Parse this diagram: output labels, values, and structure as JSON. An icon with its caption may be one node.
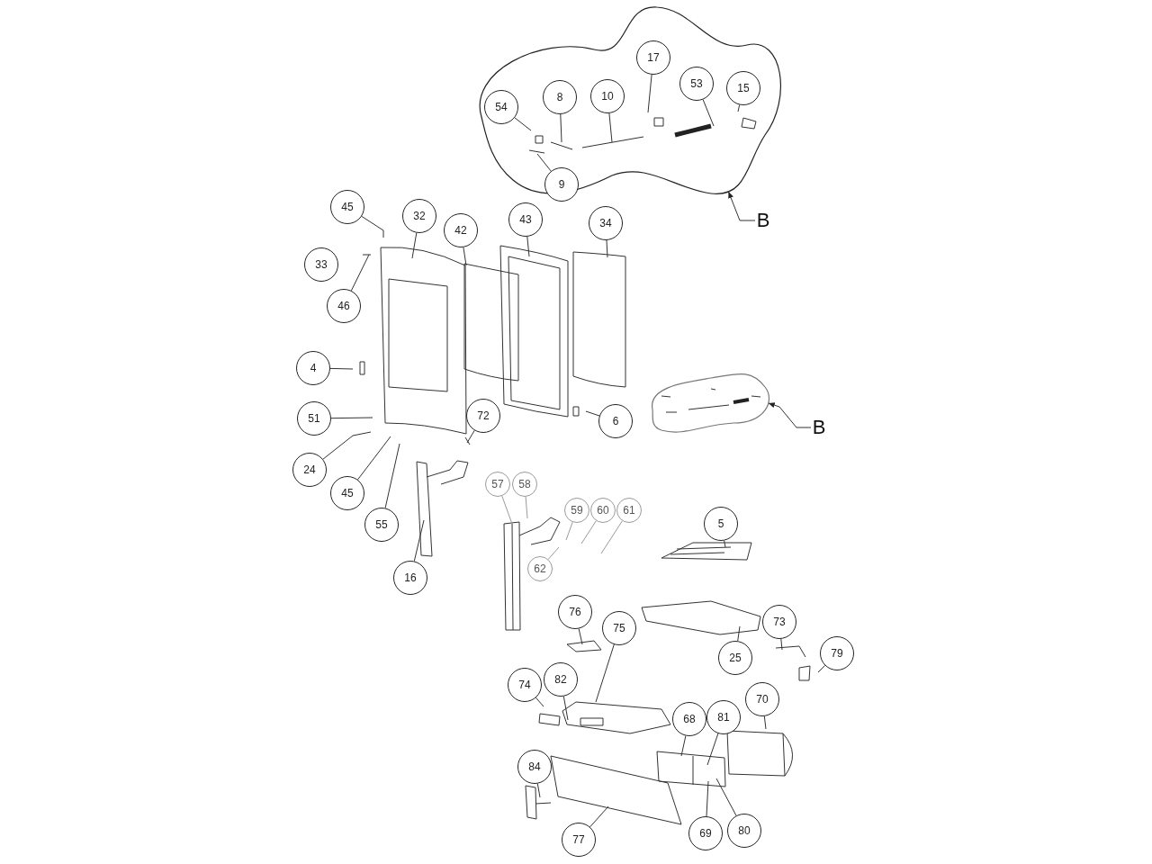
{
  "diagram": {
    "nodes": [
      {
        "text": [],
        "shape": "cloud"
      },
      {
        "text": [
          "17"
        ],
        "in": 0
      },
      {
        "text": [
          "53"
        ],
        "in": 0
      },
      {
        "text": [
          "15"
        ],
        "in": 0
      },
      {
        "text": [
          "54"
        ],
        "in": 0
      },
      {
        "text": [
          "8"
        ],
        "in": 0
      },
      {
        "text": [
          "10"
        ],
        "in": 0
      },
      {
        "text": [
          "9"
        ],
        "in": 0
      },
      {
        "text": [
          "B"
        ]
      },
      {
        "text": [],
        "shape": "cloud"
      },
      {
        "text": [
          "B"
        ]
      },
      {
        "text": [
          "45"
        ]
      },
      {
        "text": [
          "32"
        ]
      },
      {
        "text": [
          "42"
        ]
      },
      {
        "text": [
          "43"
        ]
      },
      {
        "text": [
          "34"
        ]
      },
      {
        "text": [
          "33"
        ]
      },
      {
        "text": [
          "46"
        ]
      },
      {
        "text": [
          "4"
        ]
      },
      {
        "text": [
          "51"
        ]
      },
      {
        "text": [
          "72"
        ]
      },
      {
        "text": [
          "6"
        ]
      },
      {
        "text": [
          "24"
        ]
      },
      {
        "text": [
          "45"
        ]
      },
      {
        "text": [
          "55"
        ]
      },
      {
        "text": [
          "16"
        ]
      },
      {
        "text": [
          "57"
        ]
      },
      {
        "text": [
          "58"
        ]
      },
      {
        "text": [
          "59"
        ]
      },
      {
        "text": [
          "60"
        ]
      },
      {
        "text": [
          "61"
        ]
      },
      {
        "text": [
          "62"
        ]
      },
      {
        "text": [
          "5"
        ]
      },
      {
        "text": [
          "76"
        ]
      },
      {
        "text": [
          "73"
        ]
      },
      {
        "text": [
          "75"
        ]
      },
      {
        "text": [
          "25"
        ]
      },
      {
        "text": [
          "79"
        ]
      },
      {
        "text": [
          "74"
        ]
      },
      {
        "text": [
          "82"
        ]
      },
      {
        "text": [
          "70"
        ]
      },
      {
        "text": [
          "68"
        ]
      },
      {
        "text": [
          "81"
        ]
      },
      {
        "text": [
          "84"
        ]
      },
      {
        "text": [
          "69"
        ]
      },
      {
        "text": [
          "80"
        ]
      },
      {
        "text": [
          "77"
        ]
      }
    ],
    "edges": [
      {
        "from": 1,
        "to": null,
        "arrow": "none"
      },
      {
        "from": 2,
        "to": null,
        "arrow": "none"
      },
      {
        "from": 3,
        "to": null,
        "arrow": "none"
      },
      {
        "from": 4,
        "to": null,
        "arrow": "none"
      },
      {
        "from": 5,
        "to": null,
        "arrow": "none"
      },
      {
        "from": 6,
        "to": null,
        "arrow": "none"
      },
      {
        "from": 7,
        "to": null,
        "arrow": "none"
      },
      {
        "from": 8,
        "to": 0,
        "arrow": "to"
      },
      {
        "from": 10,
        "to": 9,
        "arrow": "to"
      },
      {
        "from": 11,
        "to": null,
        "arrow": "none"
      },
      {
        "from": 12,
        "to": null,
        "arrow": "none"
      },
      {
        "from": 13,
        "to": null,
        "arrow": "none"
      },
      {
        "from": 14,
        "to": null,
        "arrow": "none"
      },
      {
        "from": 15,
        "to": null,
        "arrow": "none"
      },
      {
        "from": 17,
        "to": null,
        "arrow": "none"
      },
      {
        "from": 18,
        "to": null,
        "arrow": "none"
      },
      {
        "from": 19,
        "to": null,
        "arrow": "none"
      },
      {
        "from": 20,
        "to": null,
        "arrow": "none"
      },
      {
        "from": 21,
        "to": null,
        "arrow": "none"
      },
      {
        "from": 22,
        "to": null,
        "arrow": "none"
      },
      {
        "from": 23,
        "to": null,
        "arrow": "none"
      },
      {
        "from": 24,
        "to": null,
        "arrow": "none"
      },
      {
        "from": 25,
        "to": null,
        "arrow": "none"
      },
      {
        "from": 26,
        "to": null,
        "arrow": "none",
        "color": "#9a9a9a"
      },
      {
        "from": 27,
        "to": null,
        "arrow": "none",
        "color": "#9a9a9a"
      },
      {
        "from": 28,
        "to": null,
        "arrow": "none",
        "color": "#9a9a9a"
      },
      {
        "from": 29,
        "to": null,
        "arrow": "none",
        "color": "#9a9a9a"
      },
      {
        "from": 30,
        "to": null,
        "arrow": "none",
        "color": "#9a9a9a"
      },
      {
        "from": 31,
        "to": null,
        "arrow": "none",
        "color": "#9a9a9a"
      },
      {
        "from": 32,
        "to": null,
        "arrow": "none"
      },
      {
        "from": 33,
        "to": null,
        "arrow": "none"
      },
      {
        "from": 34,
        "to": null,
        "arrow": "none"
      },
      {
        "from": 35,
        "to": null,
        "arrow": "none"
      },
      {
        "from": 36,
        "to": null,
        "arrow": "none"
      },
      {
        "from": 37,
        "to": null,
        "arrow": "none"
      },
      {
        "from": 38,
        "to": null,
        "arrow": "none"
      },
      {
        "from": 39,
        "to": null,
        "arrow": "none"
      },
      {
        "from": 40,
        "to": null,
        "arrow": "none"
      },
      {
        "from": 41,
        "to": null,
        "arrow": "none"
      },
      {
        "from": 42,
        "to": null,
        "arrow": "none"
      },
      {
        "from": 43,
        "to": null,
        "arrow": "none"
      },
      {
        "from": 44,
        "to": null,
        "arrow": "none"
      },
      {
        "from": 45,
        "to": null,
        "arrow": "none"
      },
      {
        "from": 46,
        "to": null,
        "arrow": "none"
      }
    ]
  }
}
